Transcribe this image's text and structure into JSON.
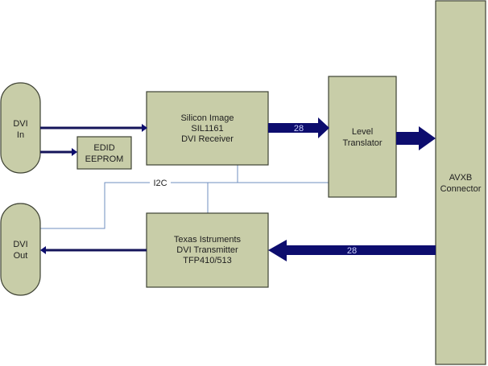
{
  "diagram": {
    "blocks": {
      "dvi_in": [
        "DVI",
        "In"
      ],
      "dvi_out": [
        "DVI",
        "Out"
      ],
      "edid_eeprom": [
        "EDID",
        "EEPROM"
      ],
      "dvi_receiver": [
        "Silicon Image",
        "SIL1161",
        "DVI Receiver"
      ],
      "dvi_transmitter": [
        "Texas Istruments",
        "DVI Transmitter",
        "TFP410/513"
      ],
      "level_translator": [
        "Level",
        "Translator"
      ],
      "avxb_connector": [
        "AVXB",
        "Connector"
      ]
    },
    "signals": {
      "i2c_label": "I2C",
      "receiver_bus_width": "28",
      "transmitter_bus_width": "28"
    },
    "colors": {
      "block_fill": "#c8cda8",
      "bus_arrow": "#0d0d6e",
      "i2c_line": "#6f8fbf"
    }
  }
}
